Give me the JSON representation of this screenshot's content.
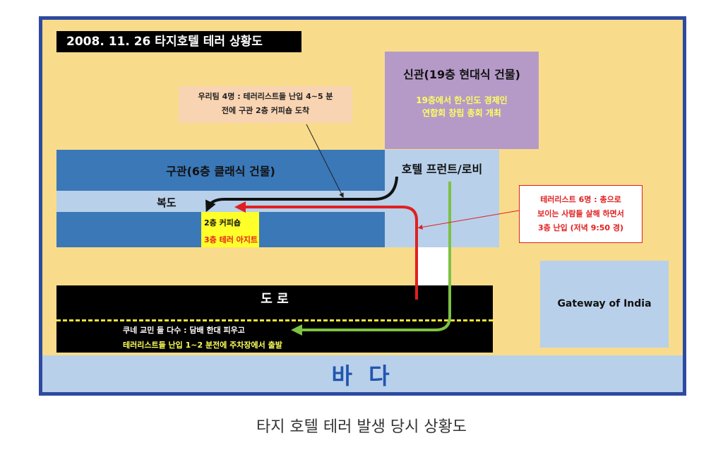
{
  "title_bar": "2008. 11. 26 타지호텔 테러 상황도",
  "new_building": {
    "title": "신관(19층 현대식 건물)",
    "note_line1": "19층에서 한-인도 경제인",
    "note_line2": "연합회 창립 총회 개최"
  },
  "callout": {
    "line1": "우리팀 4명 : 테러리스트들 난입 4~5 분",
    "line2": "전에 구관 2층 커피숍 도착"
  },
  "old_building": {
    "title": "구관(6층 클래식 건물)",
    "corridor": "복도",
    "cafe_line1": "2층 커피숍",
    "cafe_line2": "3층 테러 아지트"
  },
  "front_lobby": "호텔 프런트/로비",
  "terrorist_note": {
    "line1": "테러리스트 6명 : 총으로",
    "line2": "보이는 사람들 살해 하면서",
    "line3": "3층 난입 (저녁 9:50 경)"
  },
  "road": {
    "label": "도 로",
    "line1": "쿠네 교민 들 다수 : 담배 한대 피우고",
    "line2": "테러리스트들 난입 1~2 분전에 주차장에서 출발"
  },
  "gateway": "Gateway of India",
  "sea": "바 다",
  "caption": "타지 호텔 테러 발생 당시 상황도",
  "colors": {
    "frame": "#2e4aa0",
    "background": "#f8dc8c",
    "building_blue": "#3a78b8",
    "light_blue": "#b8d0ea",
    "purple": "#b59ac8",
    "cafe_yellow": "#ffff2a",
    "red_arrow": "#e02020",
    "green_arrow": "#7cc244",
    "sea_text": "#2255b0"
  }
}
